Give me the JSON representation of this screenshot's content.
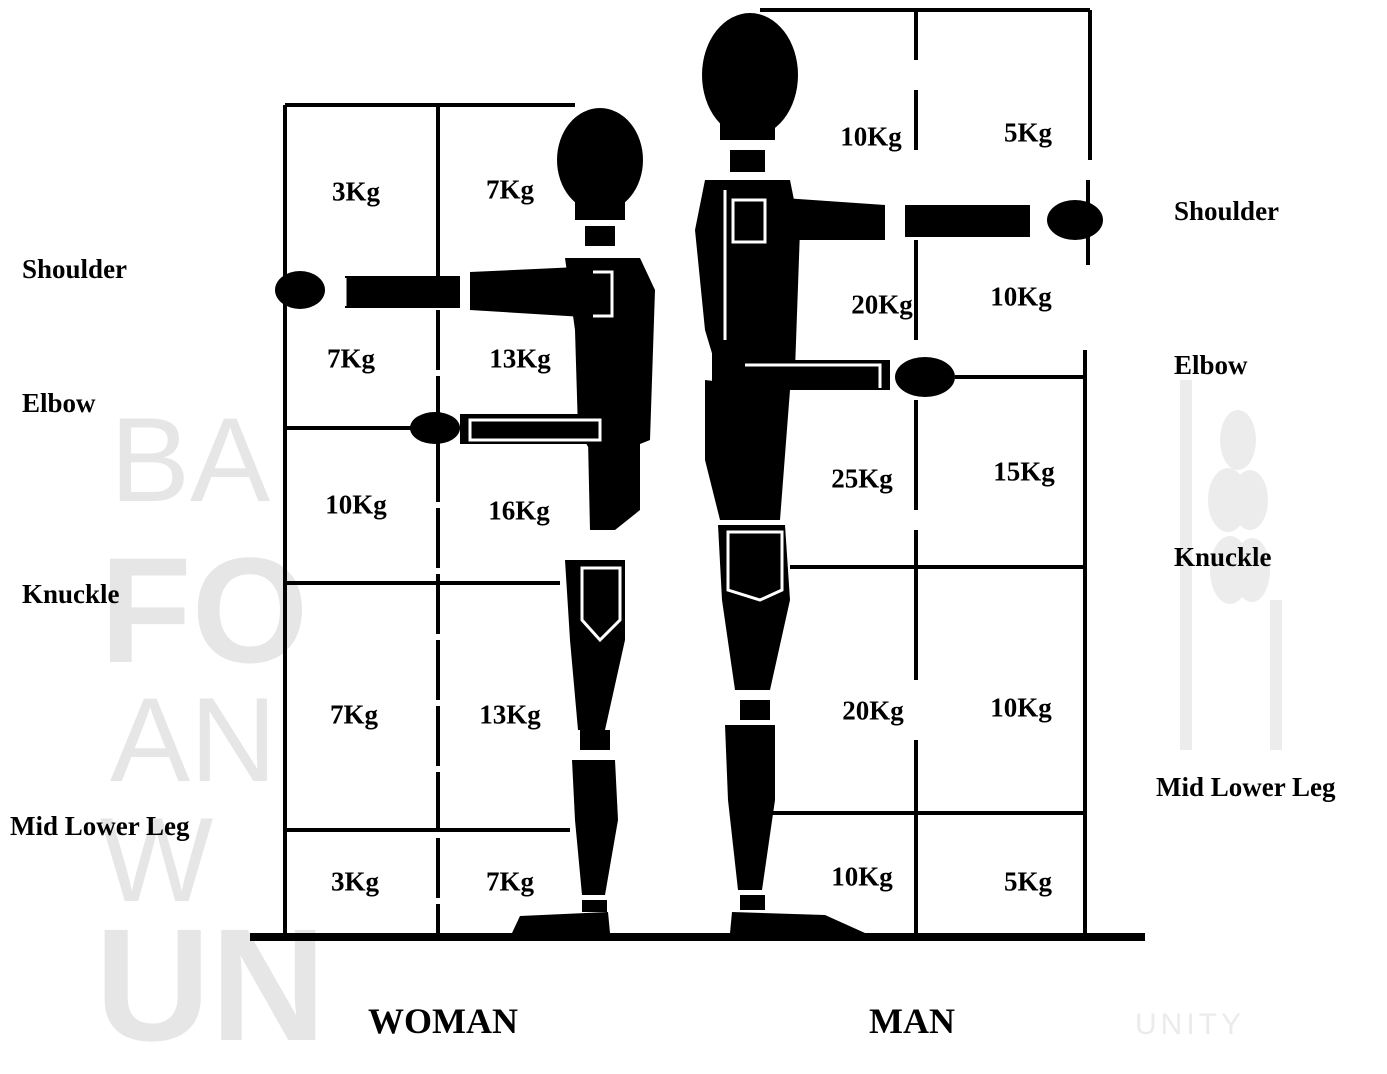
{
  "labels": {
    "woman_caption": "WOMAN",
    "man_caption": "MAN"
  },
  "woman_levels": [
    "Shoulder",
    "Elbow",
    "Knuckle",
    "Mid Lower Leg"
  ],
  "man_levels": [
    "Shoulder",
    "Elbow",
    "Knuckle",
    "Mid Lower Leg"
  ],
  "woman_grid": {
    "rows": [
      [
        "3Kg",
        "7Kg"
      ],
      [
        "7Kg",
        "13Kg"
      ],
      [
        "10Kg",
        "16Kg"
      ],
      [
        "7Kg",
        "13Kg"
      ],
      [
        "3Kg",
        "7Kg"
      ]
    ]
  },
  "man_grid": {
    "rows": [
      [
        "10Kg",
        "5Kg"
      ],
      [
        "20Kg",
        "10Kg"
      ],
      [
        "25Kg",
        "15Kg"
      ],
      [
        "20Kg",
        "10Kg"
      ],
      [
        "10Kg",
        "5Kg"
      ]
    ]
  },
  "watermark": {
    "lines": [
      "BA",
      "FO",
      "AN",
      "W",
      "UN",
      "UNITY"
    ]
  },
  "colors": {
    "ink": "#000000",
    "background": "#ffffff",
    "watermark": "#e6e6e6"
  }
}
